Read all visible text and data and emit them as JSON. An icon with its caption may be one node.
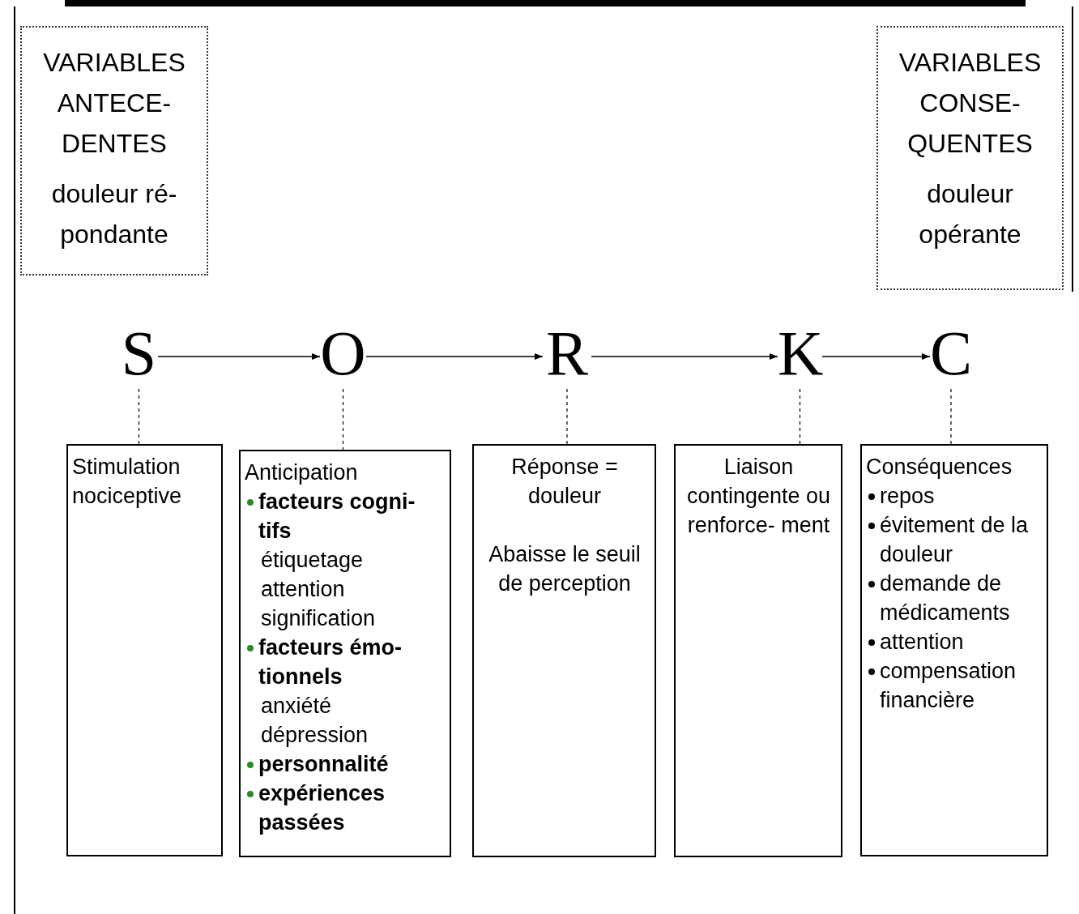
{
  "diagram": {
    "nodes": [
      {
        "text": [
          "VARIABLES ANTECE- DENTES",
          "douleur ré- pondante"
        ]
      },
      {
        "text": [
          "VARIABLES CONSE- QUENTES",
          "douleur opérante"
        ]
      },
      {
        "text": [
          "S"
        ]
      },
      {
        "text": [
          "O"
        ]
      },
      {
        "text": [
          "R"
        ]
      },
      {
        "text": [
          "K"
        ]
      },
      {
        "text": [
          "C"
        ]
      },
      {
        "text": [
          "Stimulation nociceptive"
        ]
      },
      {
        "text": [
          "Anticipation",
          "facteurs cogni- tifs",
          "étiquetage",
          "attention",
          "signification",
          "facteurs émo- tionnels",
          "anxiété",
          "dépression",
          "personnalité",
          "expériences passées"
        ]
      },
      {
        "text": [
          "Réponse = douleur",
          "Abaisse le seuil de perception"
        ]
      },
      {
        "text": [
          "Liaison contingente ou renforce- ment"
        ]
      },
      {
        "text": [
          "Conséquences",
          "repos",
          "évitement de la douleur",
          "demande de médicaments",
          "attention",
          "compensation financière"
        ]
      }
    ],
    "edges": [
      {
        "from": 2,
        "to": 3,
        "arrow": "to"
      },
      {
        "from": 3,
        "to": 4,
        "arrow": "to"
      },
      {
        "from": 4,
        "to": 5,
        "arrow": "to"
      },
      {
        "from": 5,
        "to": 6,
        "arrow": "to"
      },
      {
        "from": 2,
        "to": 7,
        "arrow": "none",
        "style": "dashed"
      },
      {
        "from": 3,
        "to": 8,
        "arrow": "none",
        "style": "dashed"
      },
      {
        "from": 4,
        "to": 9,
        "arrow": "none",
        "style": "dashed"
      },
      {
        "from": 5,
        "to": 10,
        "arrow": "none",
        "style": "dashed"
      },
      {
        "from": 6,
        "to": 11,
        "arrow": "none",
        "style": "dashed"
      }
    ]
  }
}
